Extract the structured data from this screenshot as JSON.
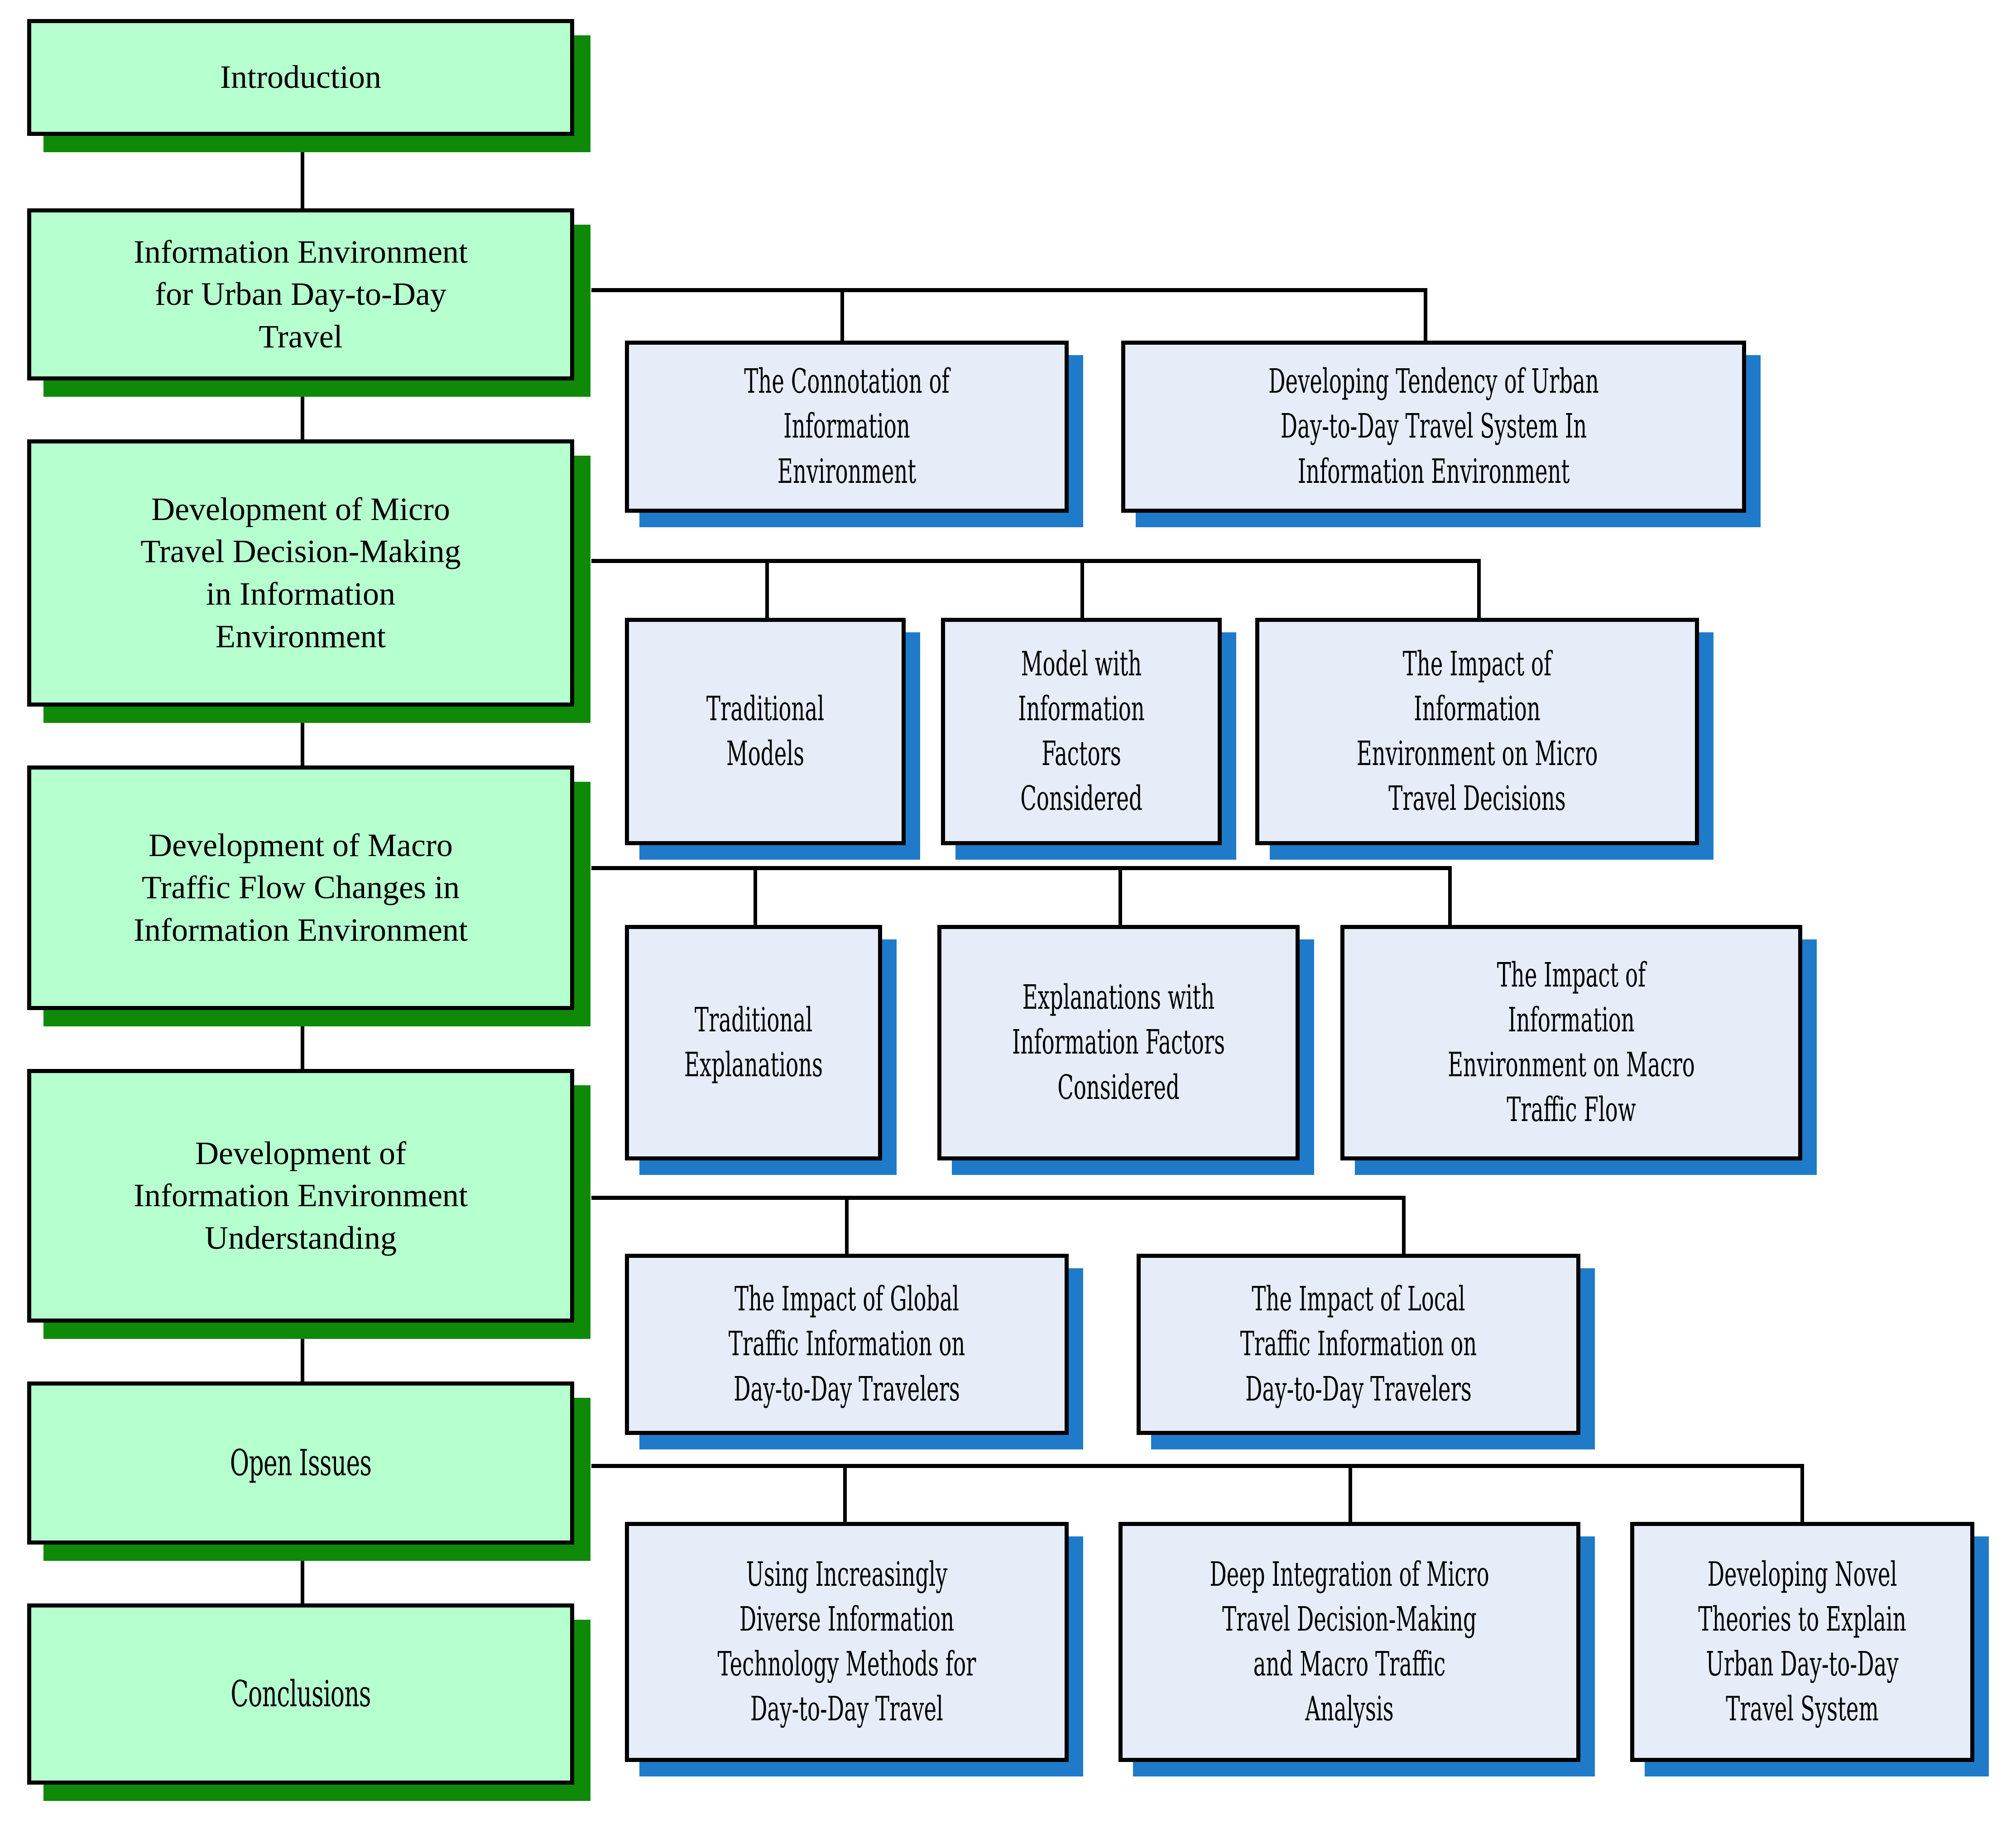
{
  "diagram": {
    "type": "flowchart",
    "title": "Paper structure flowchart: Urban Day-to-Day Travel in Information Environment",
    "colors": {
      "chapter_fill": "#B6FFCE",
      "chapter_shadow": "#0F8A08",
      "section_fill": "#E6EDF8",
      "section_shadow": "#1F7BC9",
      "border": "#000000",
      "background": "#FFFFFF"
    }
  },
  "chapters": [
    {
      "id": "introduction",
      "label": "Introduction"
    },
    {
      "id": "info-env",
      "label": "Information Environment for Urban Day-to-Day Travel"
    },
    {
      "id": "micro",
      "label": "Development of Micro Travel Decision-Making in Information Environment"
    },
    {
      "id": "macro",
      "label": "Development of Macro Traffic Flow Changes in Information Environment"
    },
    {
      "id": "understanding",
      "label": "Development of Information Environment Understanding"
    },
    {
      "id": "open-issues",
      "label": "Open Issues"
    },
    {
      "id": "conclusions",
      "label": "Conclusions"
    }
  ],
  "chapter_lines": {
    "introduction": [
      "Introduction"
    ],
    "info_env": [
      "Information Environment",
      "for Urban Day-to-Day",
      "Travel"
    ],
    "micro": [
      "Development of Micro",
      "Travel Decision-Making",
      "in Information",
      "Environment"
    ],
    "macro": [
      "Development of Macro",
      "Traffic Flow Changes in",
      "Information Environment"
    ],
    "understanding": [
      "Development of",
      "Information Environment",
      "Understanding"
    ],
    "open_issues": [
      "Open Issues"
    ],
    "conclusions": [
      "Conclusions"
    ]
  },
  "sections": {
    "info_env": [
      {
        "id": "connotation",
        "lines": [
          "The Connotation of",
          "Information",
          "Environment"
        ],
        "label": "The Connotation of Information Environment"
      },
      {
        "id": "tendency",
        "lines": [
          "Developing Tendency of Urban",
          "Day-to-Day Travel System In",
          "Information Environment"
        ],
        "label": "Developing Tendency of Urban Day-to-Day Travel System In Information Environment"
      }
    ],
    "micro": [
      {
        "id": "trad-models",
        "lines": [
          "Traditional",
          "Models"
        ],
        "label": "Traditional Models"
      },
      {
        "id": "model-info",
        "lines": [
          "Model with",
          "Information",
          "Factors",
          "Considered"
        ],
        "label": "Model with Information Factors Considered"
      },
      {
        "id": "impact-micro",
        "lines": [
          "The Impact of",
          "Information",
          "Environment on Micro",
          "Travel Decisions"
        ],
        "label": "The Impact of Information Environment on Micro Travel Decisions"
      }
    ],
    "macro": [
      {
        "id": "trad-expl",
        "lines": [
          "Traditional",
          "Explanations"
        ],
        "label": "Traditional Explanations"
      },
      {
        "id": "expl-info",
        "lines": [
          "Explanations with",
          "Information Factors",
          "Considered"
        ],
        "label": "Explanations with Information Factors Considered"
      },
      {
        "id": "impact-macro",
        "lines": [
          "The Impact of",
          "Information",
          "Environment on Macro",
          "Traffic Flow"
        ],
        "label": "The Impact of Information Environment on Macro Traffic Flow"
      }
    ],
    "understanding": [
      {
        "id": "global-info",
        "lines": [
          "The Impact of Global",
          "Traffic Information on",
          "Day-to-Day Travelers"
        ],
        "label": "The Impact of Global Traffic Information on Day-to-Day Travelers"
      },
      {
        "id": "local-info",
        "lines": [
          "The Impact of Local",
          "Traffic Information on",
          "Day-to-Day Travelers"
        ],
        "label": "The Impact of Local Traffic Information on Day-to-Day Travelers"
      }
    ],
    "open_issues": [
      {
        "id": "diverse-it",
        "lines": [
          "Using Increasingly",
          "Diverse Information",
          "Technology Methods for",
          "Day-to-Day Travel"
        ],
        "label": "Using Increasingly Diverse Information Technology Methods for Day-to-Day Travel"
      },
      {
        "id": "deep-integ",
        "lines": [
          "Deep Integration of Micro",
          "Travel Decision-Making",
          "and Macro Traffic",
          "Analysis"
        ],
        "label": "Deep Integration of Micro Travel Decision-Making and Macro Traffic Analysis"
      },
      {
        "id": "novel-theory",
        "lines": [
          "Developing Novel",
          "Theories to Explain",
          "Urban Day-to-Day",
          "Travel System"
        ],
        "label": "Developing Novel Theories to Explain Urban Day-to-Day Travel System"
      }
    ]
  }
}
